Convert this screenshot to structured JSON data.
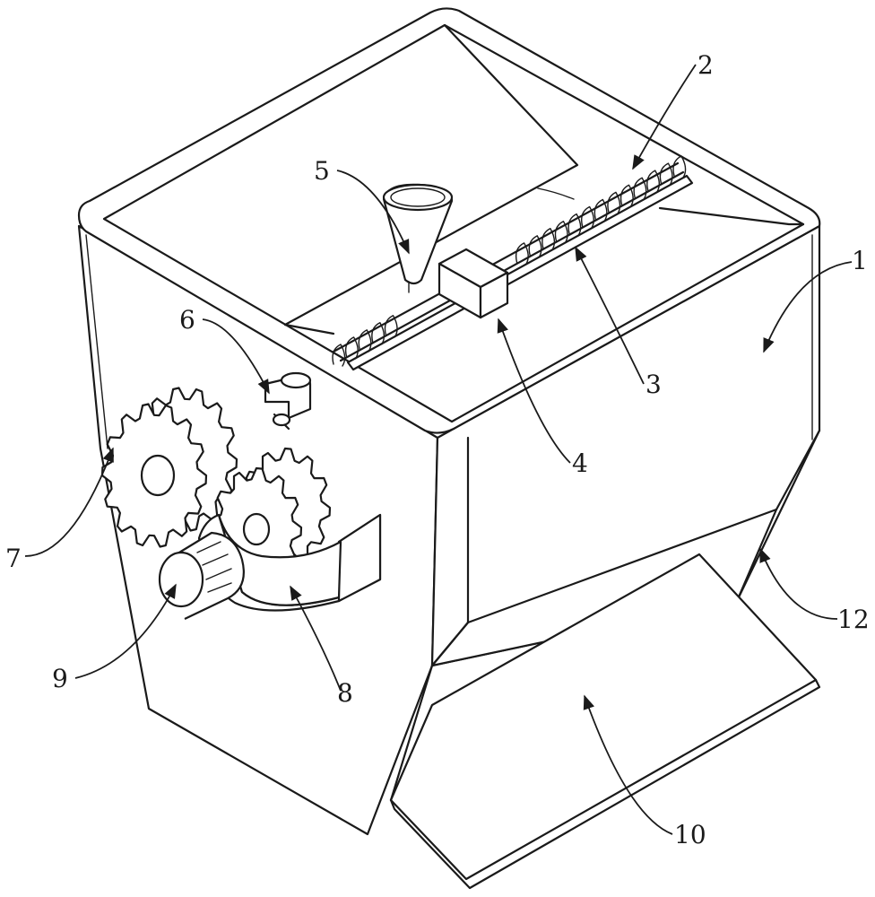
{
  "figure": {
    "labels": [
      {
        "id": "1",
        "text": "1"
      },
      {
        "id": "2",
        "text": "2"
      },
      {
        "id": "3",
        "text": "3"
      },
      {
        "id": "4",
        "text": "4"
      },
      {
        "id": "5",
        "text": "5"
      },
      {
        "id": "6",
        "text": "6"
      },
      {
        "id": "7",
        "text": "7"
      },
      {
        "id": "8",
        "text": "8"
      },
      {
        "id": "9",
        "text": "9"
      },
      {
        "id": "10",
        "text": "10"
      },
      {
        "id": "12",
        "text": "12"
      }
    ],
    "colors": {
      "stroke": "#1a1a1a",
      "background": "#ffffff"
    }
  }
}
